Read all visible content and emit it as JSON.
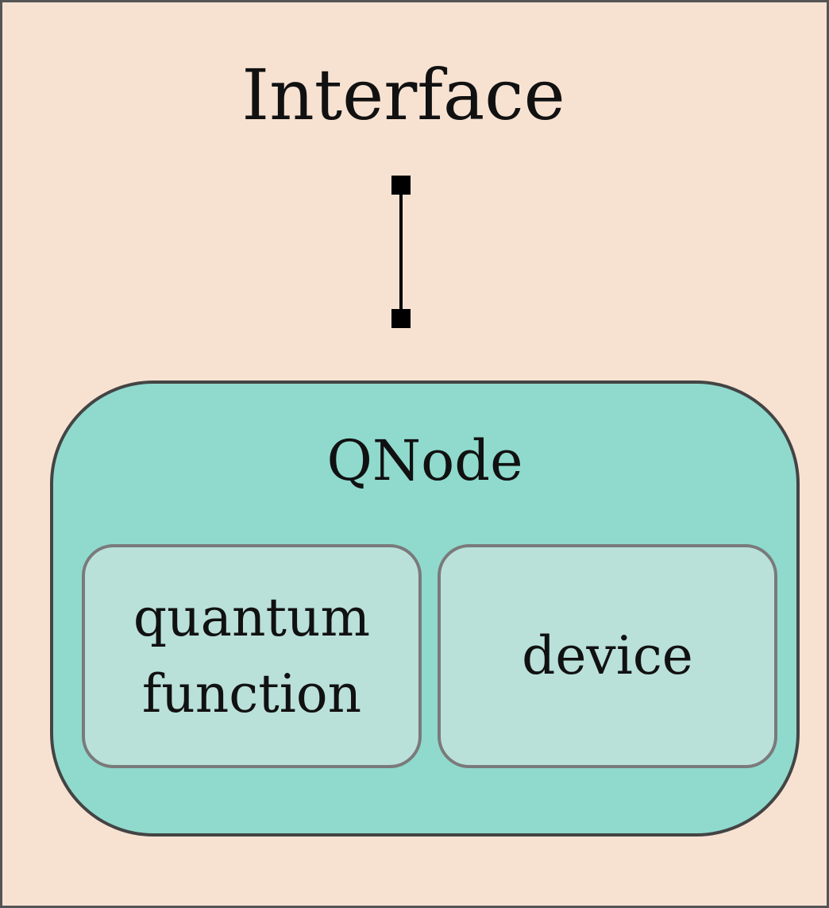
{
  "diagram": {
    "title": "Interface",
    "qnode": {
      "label": "QNode",
      "components": [
        {
          "line1": "quantum",
          "line2": "function"
        },
        {
          "line1": "device"
        }
      ]
    }
  },
  "colors": {
    "background": "#f7e2d2",
    "qnode_fill": "#8fdacd",
    "component_fill": "#bae0da",
    "stroke": "#444444",
    "connector": "#000000"
  }
}
